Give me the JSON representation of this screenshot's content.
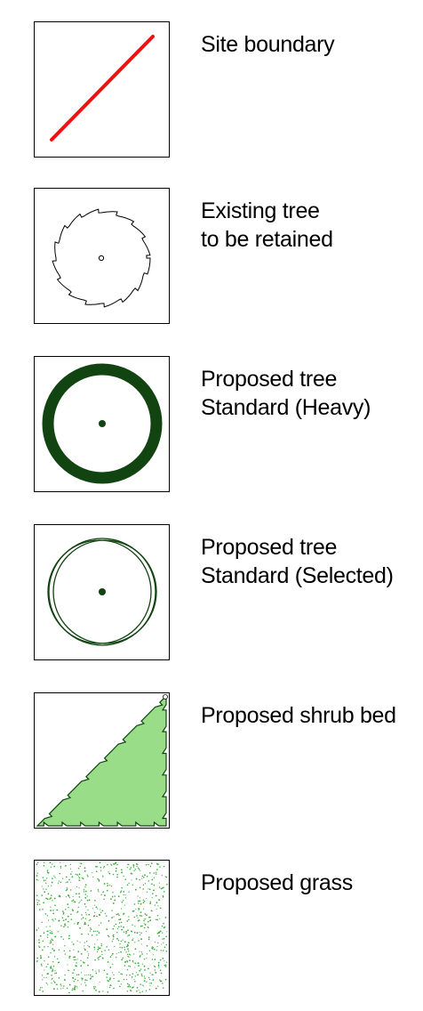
{
  "legend": {
    "items": [
      {
        "id": "site-boundary",
        "lines": [
          "Site boundary"
        ],
        "color": "#ee1111"
      },
      {
        "id": "existing-tree",
        "lines": [
          "Existing tree",
          "to be retained"
        ],
        "color": "#000000"
      },
      {
        "id": "proposed-tree-heavy",
        "lines": [
          "Proposed tree",
          "Standard (Heavy)"
        ],
        "color": "#114411"
      },
      {
        "id": "proposed-tree-selected",
        "lines": [
          "Proposed tree",
          "Standard (Selected)"
        ],
        "color": "#114411"
      },
      {
        "id": "proposed-shrub-bed",
        "lines": [
          "Proposed shrub bed"
        ],
        "color": "#99dd88"
      },
      {
        "id": "proposed-grass",
        "lines": [
          "Proposed grass"
        ],
        "color": "#33aa33"
      }
    ]
  }
}
